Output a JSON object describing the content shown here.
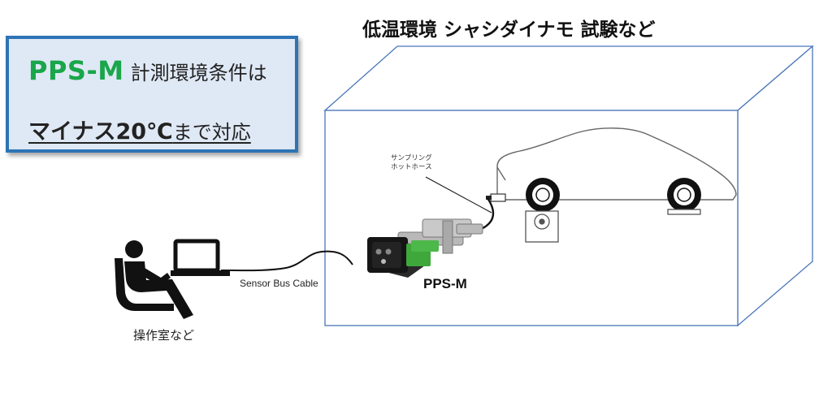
{
  "info_box": {
    "brand": "PPS-M",
    "condition": "計測環境条件は",
    "minus_temp": "マイナス20℃",
    "support": "まで対応"
  },
  "chamber": {
    "title": "低温環境 シャシダイナモ 試験など"
  },
  "labels": {
    "hose_line1": "サンプリング",
    "hose_line2": "ホットホース",
    "cable": "Sensor Bus Cable",
    "device": "PPS-M",
    "operator": "操作室など"
  },
  "colors": {
    "brand_green": "#1aa64a",
    "box_border": "#2e74b5",
    "box_fill": "#dfe8f5",
    "device_green": "#3ea83a"
  },
  "icons": [
    "person-seated-icon",
    "laptop-icon",
    "car-outline-icon",
    "dynamometer-roller-icon",
    "pps-m-device-icon"
  ]
}
